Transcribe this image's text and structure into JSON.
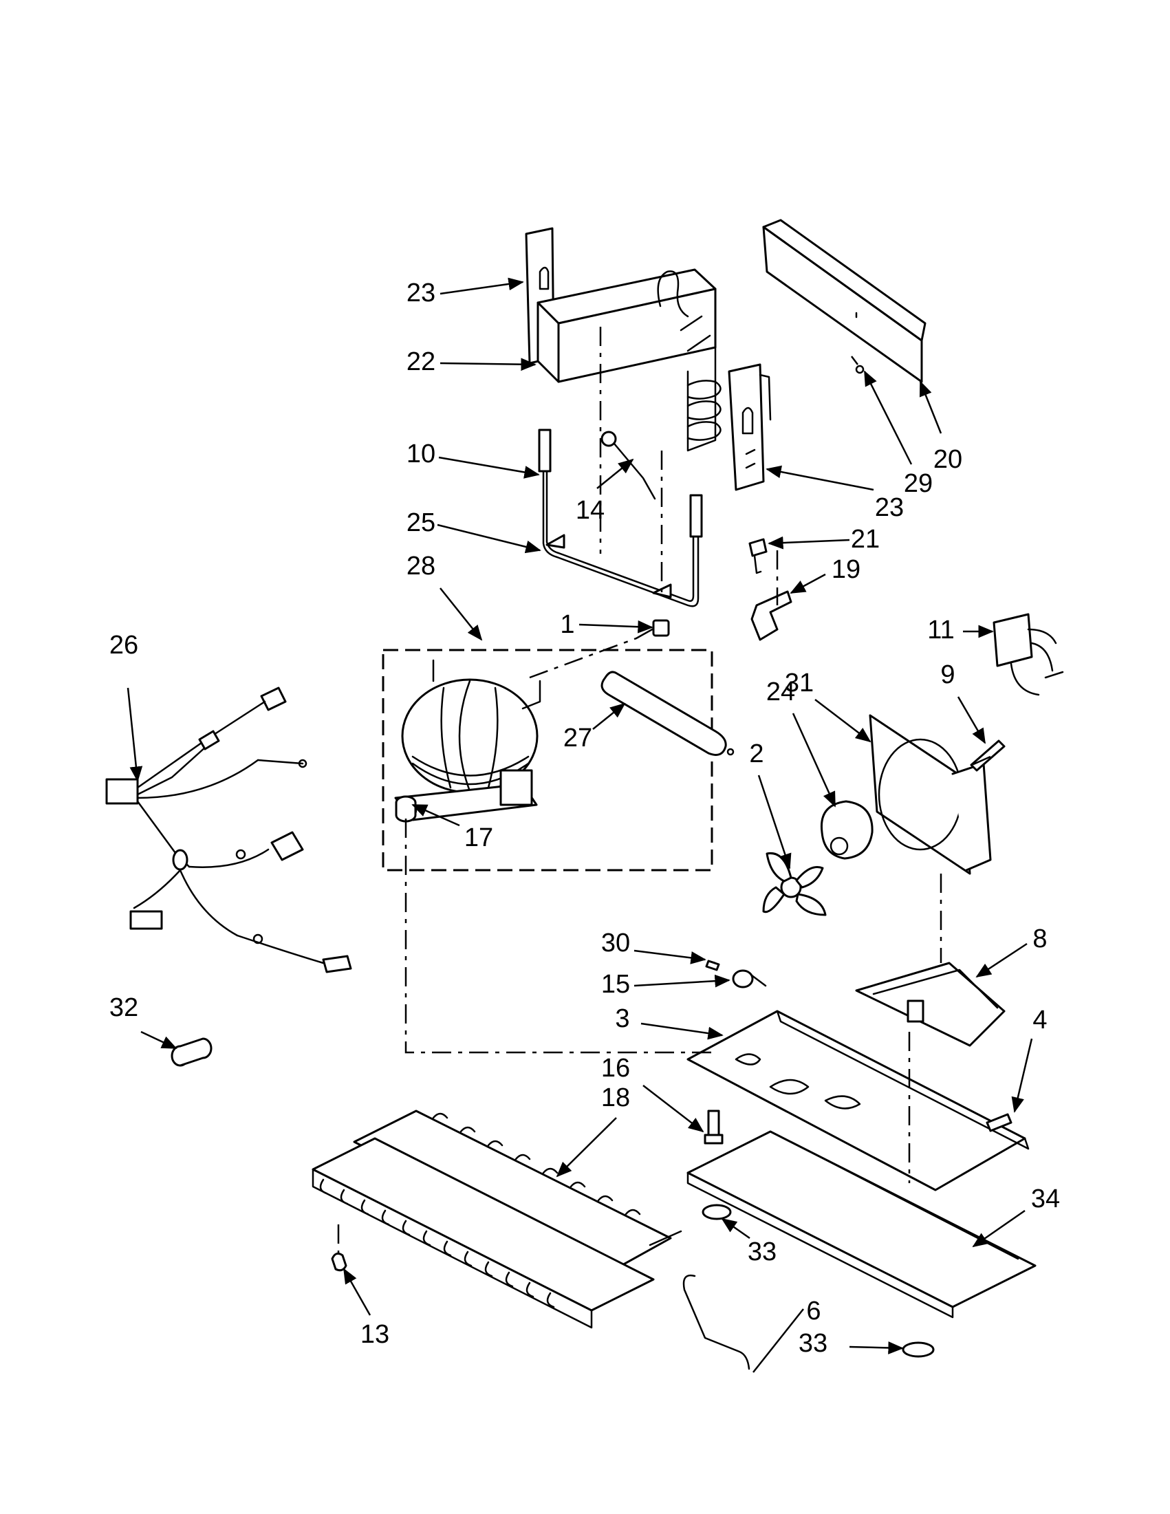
{
  "diagram": {
    "callouts": [
      {
        "id": "c23a",
        "text": "23"
      },
      {
        "id": "c22",
        "text": "22"
      },
      {
        "id": "c10",
        "text": "10"
      },
      {
        "id": "c14",
        "text": "14"
      },
      {
        "id": "c25",
        "text": "25"
      },
      {
        "id": "c28",
        "text": "28"
      },
      {
        "id": "c1",
        "text": "1"
      },
      {
        "id": "c27",
        "text": "27"
      },
      {
        "id": "c17",
        "text": "17"
      },
      {
        "id": "c26",
        "text": "26"
      },
      {
        "id": "c32",
        "text": "32"
      },
      {
        "id": "c20",
        "text": "20"
      },
      {
        "id": "c29",
        "text": "29"
      },
      {
        "id": "c23b",
        "text": "23"
      },
      {
        "id": "c21",
        "text": "21"
      },
      {
        "id": "c19",
        "text": "19"
      },
      {
        "id": "c11",
        "text": "11"
      },
      {
        "id": "c31",
        "text": "31"
      },
      {
        "id": "c9",
        "text": "9"
      },
      {
        "id": "c24",
        "text": "24"
      },
      {
        "id": "c2",
        "text": "2"
      },
      {
        "id": "c30",
        "text": "30"
      },
      {
        "id": "c15",
        "text": "15"
      },
      {
        "id": "c8",
        "text": "8"
      },
      {
        "id": "c3",
        "text": "3"
      },
      {
        "id": "c4",
        "text": "4"
      },
      {
        "id": "c16",
        "text": "16"
      },
      {
        "id": "c18",
        "text": "18"
      },
      {
        "id": "c34",
        "text": "34"
      },
      {
        "id": "c33a",
        "text": "33"
      },
      {
        "id": "c13",
        "text": "13"
      },
      {
        "id": "c6",
        "text": "6"
      },
      {
        "id": "c33b",
        "text": "33"
      }
    ]
  }
}
